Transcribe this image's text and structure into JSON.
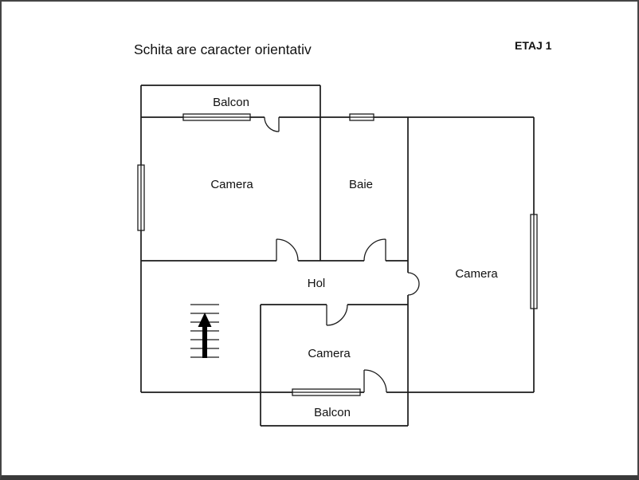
{
  "header": {
    "title": "Schita are caracter orientativ",
    "floor": "ETAJ 1"
  },
  "rooms": {
    "balcon_top": "Balcon",
    "camera_top_left": "Camera",
    "baie": "Baie",
    "camera_right": "Camera",
    "hol": "Hol",
    "camera_bottom": "Camera",
    "balcon_bottom": "Balcon"
  },
  "colors": {
    "wall": "#1b1b1b",
    "text": "#111111",
    "background": "#ffffff",
    "frame": "#454545",
    "arrow": "#000000"
  }
}
